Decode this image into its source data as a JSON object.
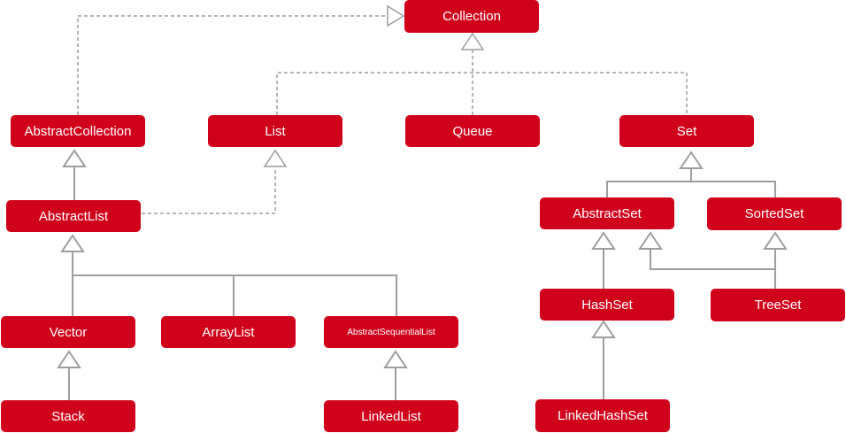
{
  "colors": {
    "node": "#d0021b",
    "line": "#9e9e9e",
    "text": "#ffffff"
  },
  "nodes": {
    "collection": "Collection",
    "abstract_collection": "AbstractCollection",
    "list": "List",
    "queue": "Queue",
    "set": "Set",
    "abstract_list": "AbstractList",
    "abstract_set": "AbstractSet",
    "sorted_set": "SortedSet",
    "vector": "Vector",
    "array_list": "ArrayList",
    "abstract_sequential_list": "AbstractSequentialList",
    "hash_set": "HashSet",
    "tree_set": "TreeSet",
    "stack": "Stack",
    "linked_list": "LinkedList",
    "linked_hash_set": "LinkedHashSet"
  },
  "relations": [
    {
      "from": "abstract_collection",
      "to": "collection",
      "kind": "implements"
    },
    {
      "from": "list",
      "to": "collection",
      "kind": "extends"
    },
    {
      "from": "queue",
      "to": "collection",
      "kind": "extends"
    },
    {
      "from": "set",
      "to": "collection",
      "kind": "extends"
    },
    {
      "from": "abstract_list",
      "to": "abstract_collection",
      "kind": "extends"
    },
    {
      "from": "abstract_list",
      "to": "list",
      "kind": "implements"
    },
    {
      "from": "vector",
      "to": "abstract_list",
      "kind": "extends"
    },
    {
      "from": "array_list",
      "to": "abstract_list",
      "kind": "extends"
    },
    {
      "from": "abstract_sequential_list",
      "to": "abstract_list",
      "kind": "extends"
    },
    {
      "from": "stack",
      "to": "vector",
      "kind": "extends"
    },
    {
      "from": "linked_list",
      "to": "abstract_sequential_list",
      "kind": "extends"
    },
    {
      "from": "abstract_set",
      "to": "set",
      "kind": "extends"
    },
    {
      "from": "sorted_set",
      "to": "set",
      "kind": "extends"
    },
    {
      "from": "hash_set",
      "to": "abstract_set",
      "kind": "extends"
    },
    {
      "from": "tree_set",
      "to": "abstract_set",
      "kind": "extends"
    },
    {
      "from": "tree_set",
      "to": "sorted_set",
      "kind": "extends"
    },
    {
      "from": "linked_hash_set",
      "to": "hash_set",
      "kind": "extends"
    }
  ]
}
